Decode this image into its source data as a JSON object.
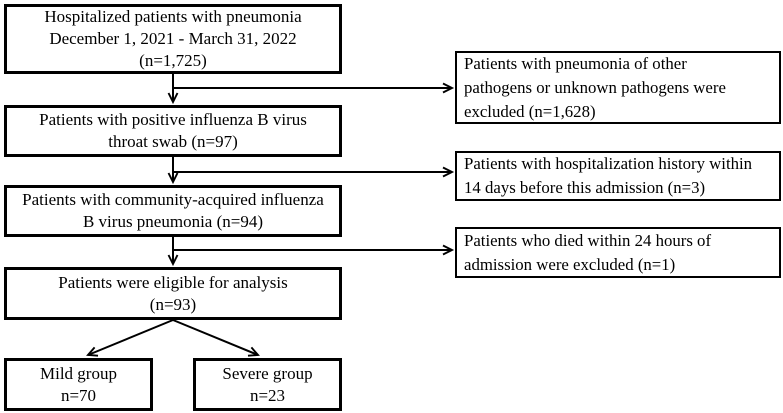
{
  "figure": {
    "type": "patient-flow-diagram",
    "boxes": {
      "hospitalized": {
        "lines": [
          "Hospitalized patients with pneumonia",
          "December 1, 2021 - March 31, 2022",
          "(n=1,725)"
        ]
      },
      "flu_positive": {
        "lines": [
          "Patients with positive influenza B virus",
          "throat swab (n=97)"
        ]
      },
      "community_acquired": {
        "lines": [
          "Patients with community-acquired influenza",
          "B virus pneumonia (n=94)"
        ]
      },
      "eligible": {
        "lines": [
          "Patients were eligible for analysis",
          "(n=93)"
        ]
      },
      "mild": {
        "lines": [
          "Mild group",
          "n=70"
        ]
      },
      "severe": {
        "lines": [
          "Severe group",
          "n=23"
        ]
      },
      "excluded_other_pathogens": {
        "lines": [
          "Patients with pneumonia of other",
          "pathogens or unknown pathogens were",
          "excluded (n=1,628)"
        ]
      },
      "excluded_recent_hospitalization": {
        "lines": [
          "Patients with hospitalization history within",
          "14 days before this admission (n=3)"
        ]
      },
      "excluded_early_death": {
        "lines": [
          "Patients who died within 24 hours of",
          "admission were excluded (n=1)"
        ]
      }
    },
    "counts": {
      "hospitalized": 1725,
      "flu_positive": 97,
      "community_acquired": 94,
      "eligible": 93,
      "mild": 70,
      "severe": 23,
      "excluded_other_pathogens": 1628,
      "excluded_recent_hospitalization": 3,
      "excluded_early_death": 1
    },
    "colors": {
      "line": "#000000",
      "box_border": "#000000",
      "box_fill": "#ffffff",
      "text": "#000000",
      "page_bg": "#ffffff"
    }
  }
}
